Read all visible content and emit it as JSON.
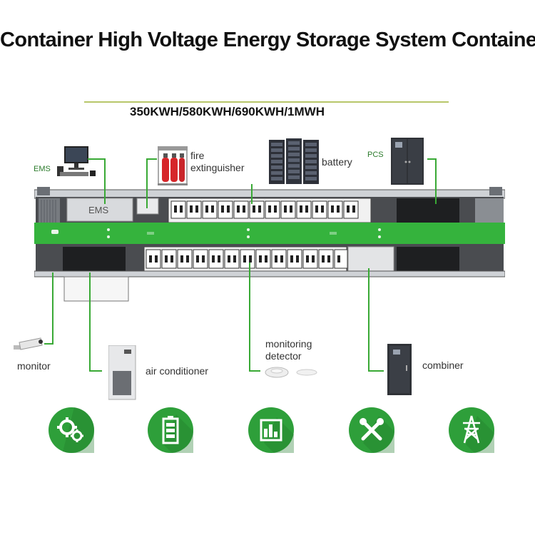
{
  "title": "Container High Voltage Energy Storage System Container",
  "subtitle": "350KWH/580KWH/690KWH/1MWH",
  "container": {
    "ems_panel_label": "EMS"
  },
  "components": {
    "ems": "EMS",
    "fire": [
      "fire",
      "extinguisher"
    ],
    "battery": "battery",
    "pcs": "PCS",
    "monitor": "monitor",
    "air_conditioner": "air conditioner",
    "monitoring_detector": [
      "monitoring",
      "detector"
    ],
    "combiner": "combiner"
  },
  "icons": [
    "gears-icon",
    "battery-icon",
    "document-chart-icon",
    "tools-icon",
    "power-tower-icon"
  ],
  "colors": {
    "accent_green": "#39a935",
    "band_green": "#35b33d",
    "circle_green": "#2e9f3a"
  }
}
